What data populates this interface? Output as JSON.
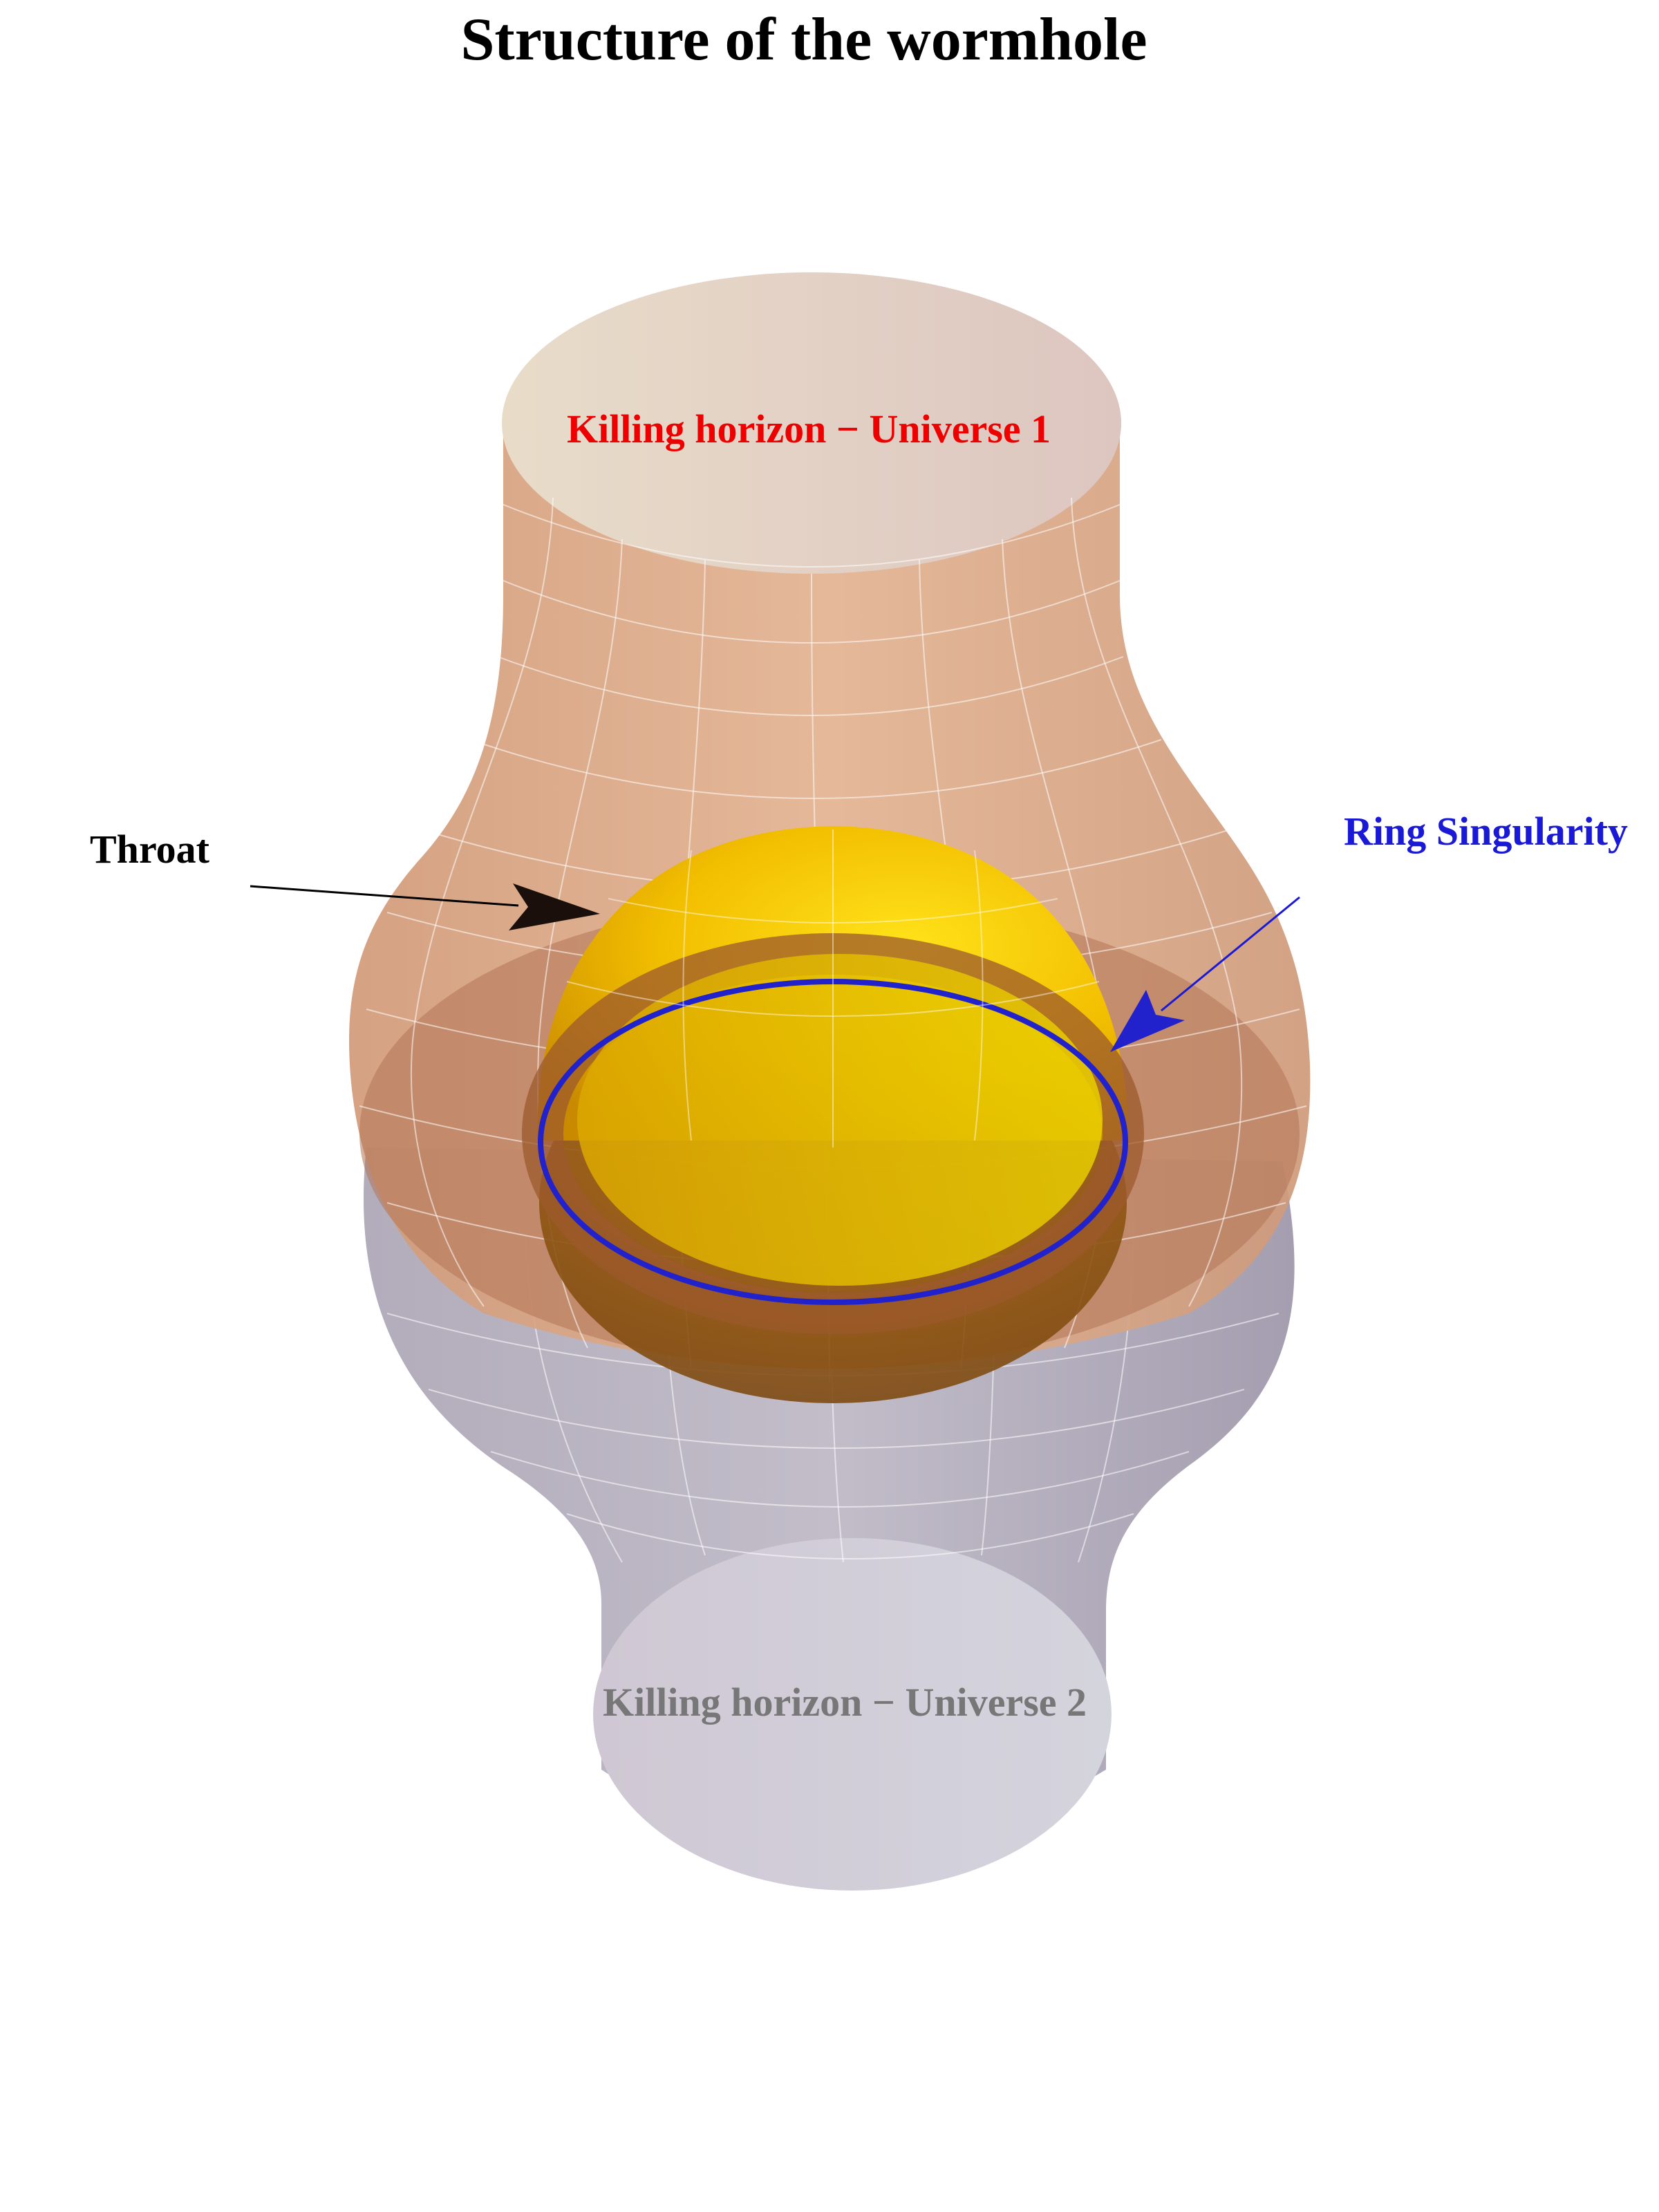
{
  "title": "Structure of the wormhole",
  "labels": {
    "universe1": "Killing horizon − Universe 1",
    "universe2": "Killing horizon − Universe 2",
    "throat": "Throat",
    "ring": "Ring Singularity"
  },
  "colors": {
    "universe1_surface": "#d9a07a",
    "universe2_surface": "#a8a4b4",
    "sphere": "#f0c000",
    "ring": "#2222cc",
    "universe1_label": "#ee0000",
    "universe2_label": "#777777",
    "ring_label": "#1a1ad6",
    "throat_label": "#000000",
    "mesh": "#ffffff"
  }
}
